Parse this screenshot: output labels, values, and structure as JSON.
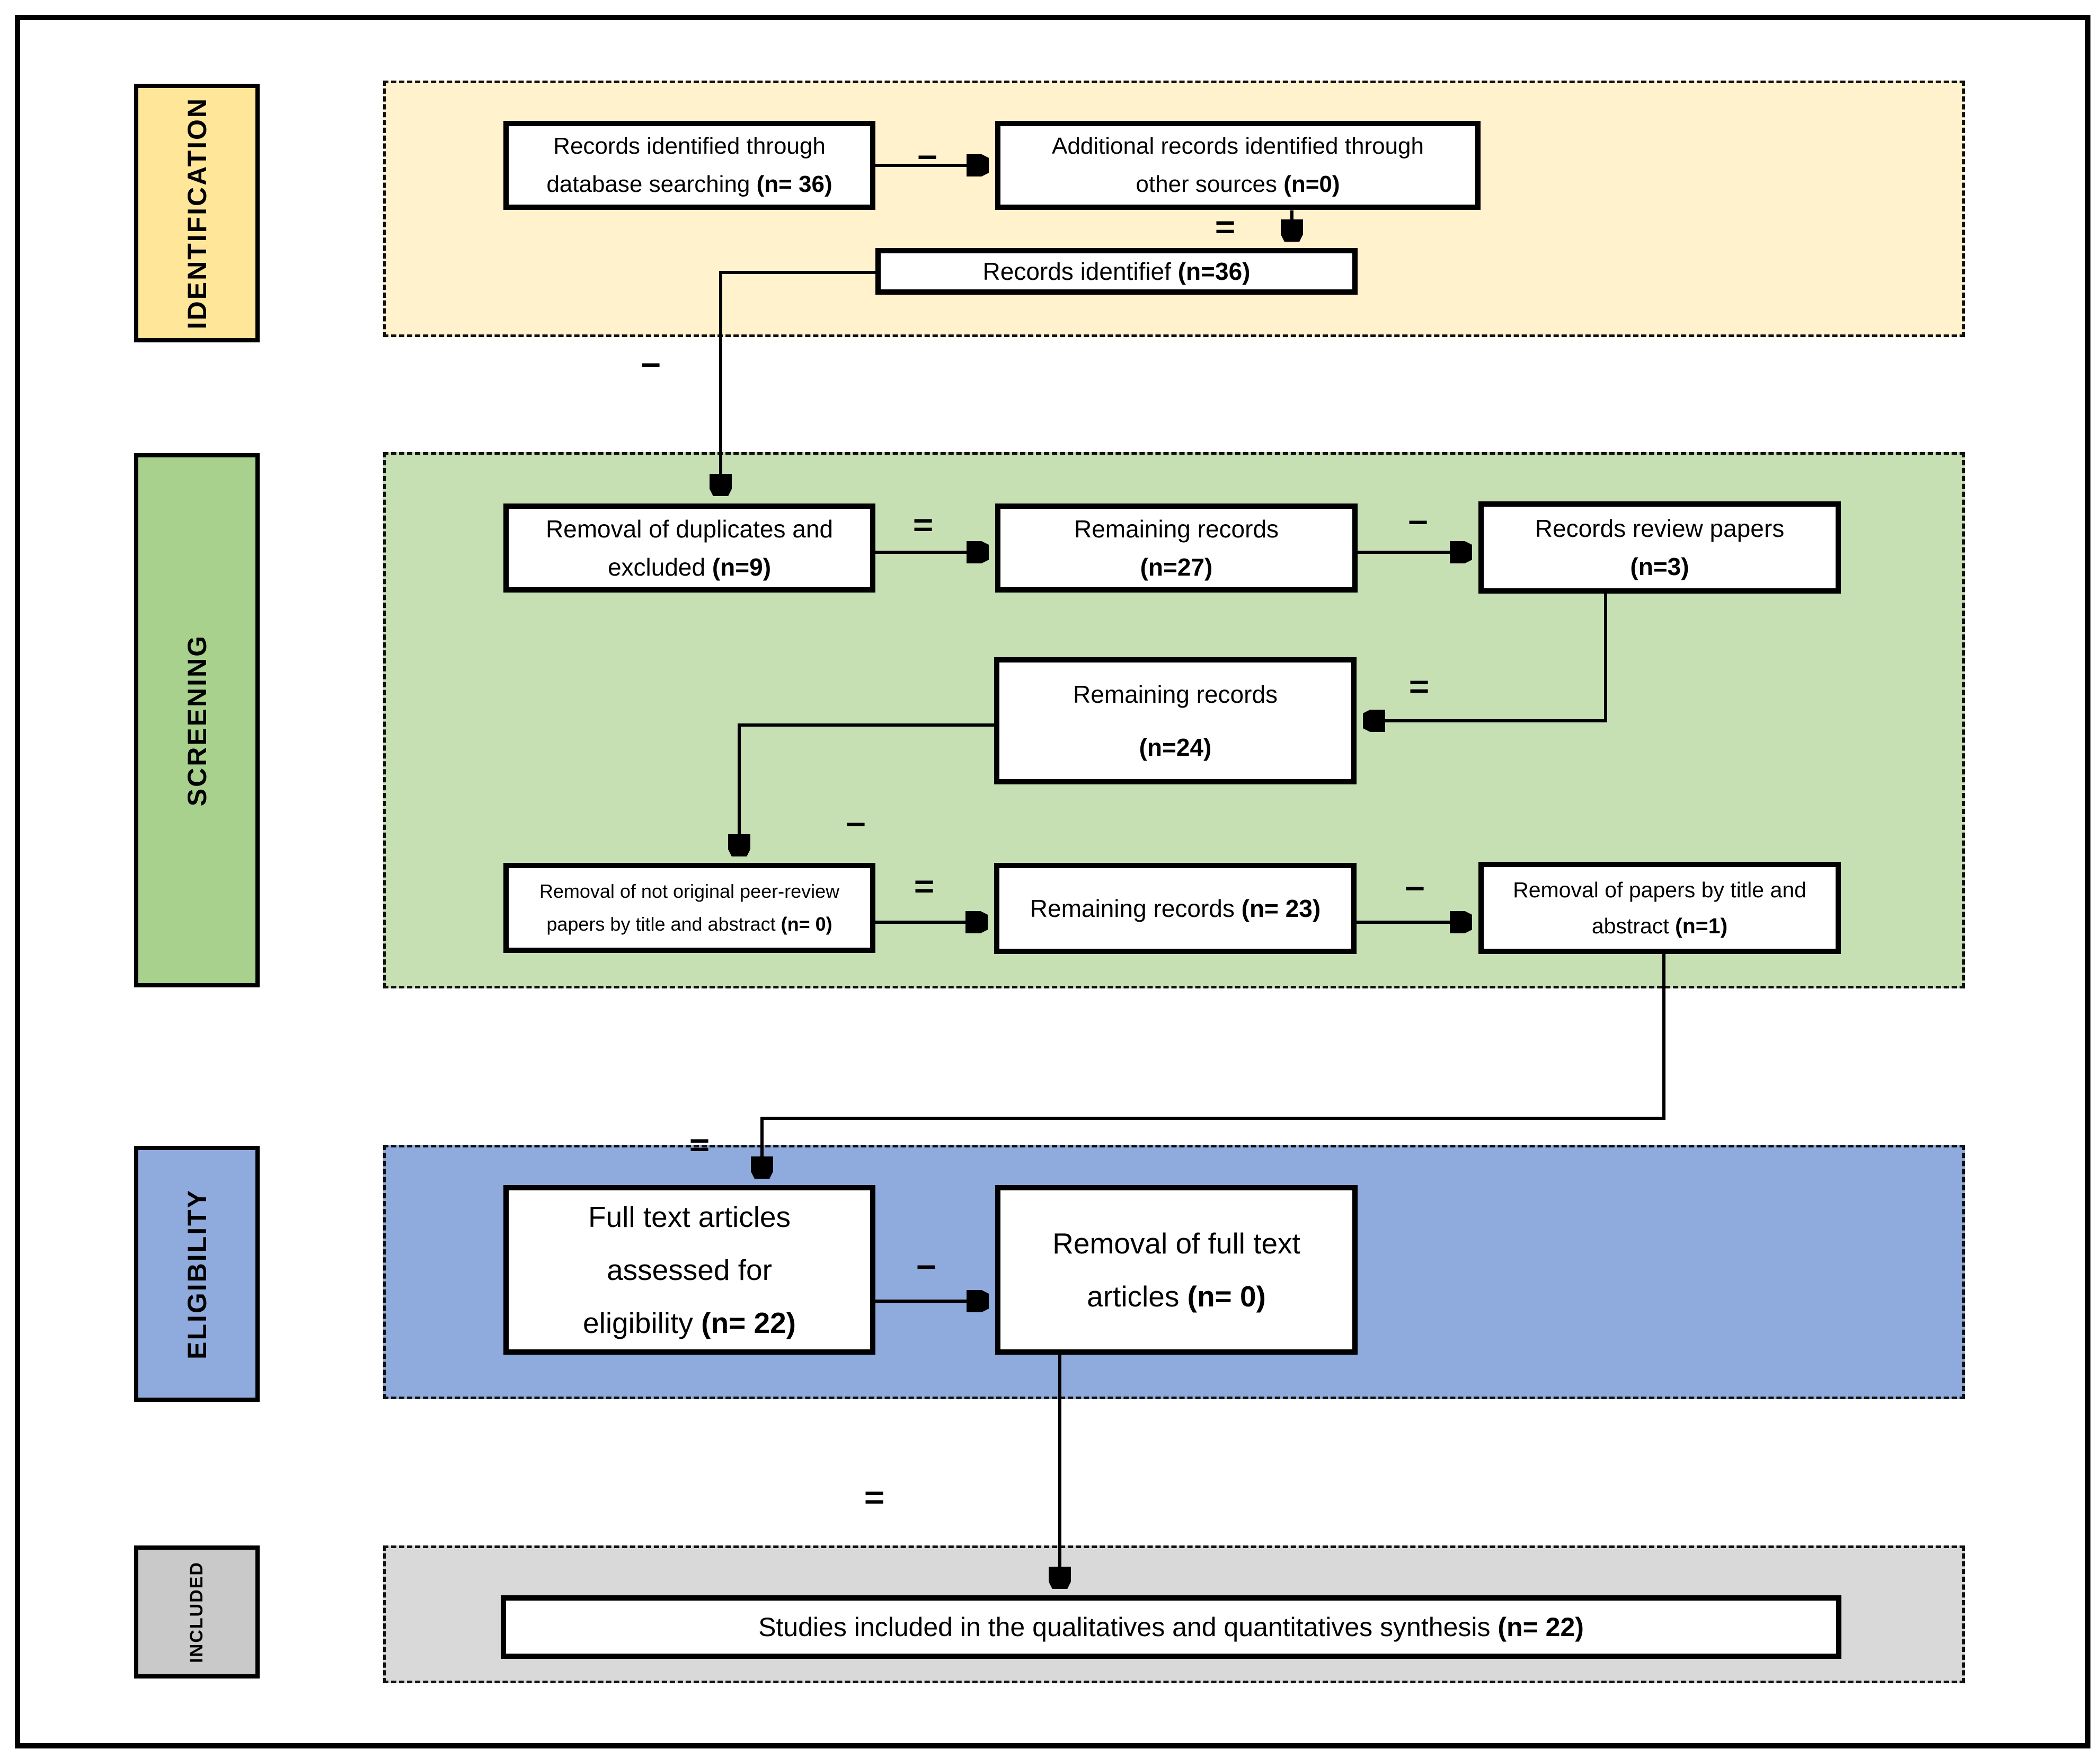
{
  "palette": {
    "identification_label_bg": "#ffe699",
    "identification_band_bg": "#fff2cc",
    "screening_label_bg": "#a9d18e",
    "screening_band_bg": "#c6e0b4",
    "eligibility_label_bg": "#8faadc",
    "eligibility_band_bg": "#8faadc",
    "included_label_bg": "#c9c9c9",
    "included_band_bg": "#d9d9d9",
    "box_bg": "#ffffff",
    "line_color": "#000000"
  },
  "stage_labels": {
    "identification": "IDENTIFICATION",
    "screening": "SCREENING",
    "eligibility": "ELIGIBILITY",
    "included": "INCLUDED"
  },
  "operators": {
    "minus": "−",
    "equals": "="
  },
  "boxes": {
    "records_identified_db": {
      "lines": [
        {
          "text": "Records identified through",
          "bold": ""
        },
        {
          "text": "database searching ",
          "bold": "(n= 36)"
        }
      ]
    },
    "additional_records": {
      "lines": [
        {
          "text": "Additional records identified through",
          "bold": ""
        },
        {
          "text": "other sources ",
          "bold": "(n=0)"
        }
      ]
    },
    "records_identified_total": {
      "lines": [
        {
          "text": "Records identifief ",
          "bold": "(n=36)"
        }
      ]
    },
    "removal_duplicates": {
      "lines": [
        {
          "text": "Removal of duplicates and",
          "bold": ""
        },
        {
          "text": "excluded ",
          "bold": "(n=9)"
        }
      ]
    },
    "remaining_records_27": {
      "lines": [
        {
          "text": "Remaining records",
          "bold": ""
        },
        {
          "text": "",
          "bold": "(n=27)"
        }
      ]
    },
    "records_review_papers": {
      "lines": [
        {
          "text": "Records review papers",
          "bold": ""
        },
        {
          "text": "",
          "bold": "(n=3)"
        }
      ]
    },
    "remaining_records_24": {
      "lines": [
        {
          "text": "Remaining records",
          "bold": ""
        },
        {
          "text": "",
          "bold": "(n=24)"
        }
      ]
    },
    "removal_not_original": {
      "lines": [
        {
          "text": "Removal of not original peer-review",
          "bold": ""
        },
        {
          "text": "papers by title and abstract ",
          "bold": "(n= 0)"
        }
      ]
    },
    "remaining_records_23": {
      "lines": [
        {
          "text": "Remaining records ",
          "bold": "(n= 23)"
        }
      ]
    },
    "removal_by_title_abstract": {
      "lines": [
        {
          "text": "Removal of papers by title and",
          "bold": ""
        },
        {
          "text": "abstract ",
          "bold": "(n=1)"
        }
      ]
    },
    "full_text_assessed": {
      "lines": [
        {
          "text": "Full text articles",
          "bold": ""
        },
        {
          "text": "assessed for",
          "bold": ""
        },
        {
          "text": "eligibility ",
          "bold": "(n= 22)"
        }
      ]
    },
    "removal_full_text": {
      "lines": [
        {
          "text": "Removal of full text",
          "bold": ""
        },
        {
          "text": "articles ",
          "bold": "(n= 0)"
        }
      ]
    },
    "studies_included": {
      "lines": [
        {
          "text": "Studies included in the qualitatives and quantitatives synthesis ",
          "bold": "(n= 22)"
        }
      ]
    }
  }
}
